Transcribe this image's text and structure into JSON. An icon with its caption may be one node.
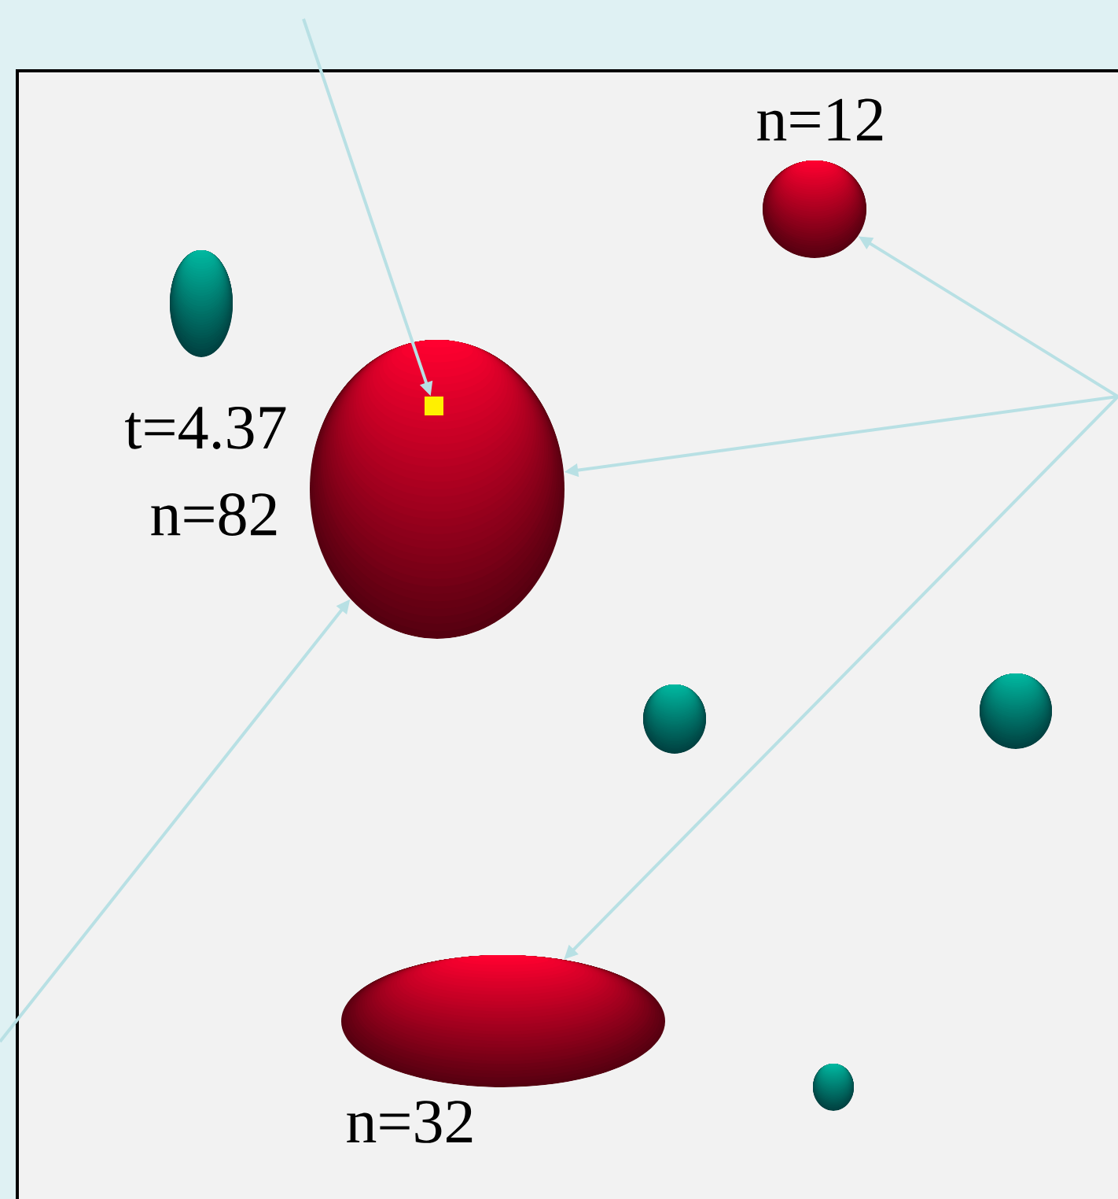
{
  "diagram": {
    "nodes": [
      {
        "text": [],
        "shape": "box"
      },
      {
        "text": [],
        "shape": "circle",
        "in": 0,
        "beside": [
          "n=12"
        ]
      },
      {
        "text": [],
        "shape": "circle",
        "in": 0
      },
      {
        "text": [],
        "shape": "circle",
        "in": 0,
        "beside": [
          "t=4.37",
          "n=82"
        ]
      },
      {
        "text": [],
        "shape": "box",
        "in": 3
      },
      {
        "text": [],
        "shape": "circle",
        "in": 0
      },
      {
        "text": [],
        "shape": "circle",
        "in": 0
      },
      {
        "text": [],
        "shape": "circle",
        "in": 0,
        "beside": [
          "n=32"
        ]
      },
      {
        "text": [],
        "shape": "circle",
        "in": 0
      }
    ],
    "edges": [
      {
        "from": null,
        "to": 4,
        "arrow": "to"
      },
      {
        "from": null,
        "to": 1,
        "arrow": "to"
      },
      {
        "from": null,
        "to": 3,
        "arrow": "to"
      },
      {
        "from": null,
        "to": 3,
        "arrow": "to"
      },
      {
        "from": null,
        "to": 7,
        "arrow": "to"
      }
    ]
  }
}
